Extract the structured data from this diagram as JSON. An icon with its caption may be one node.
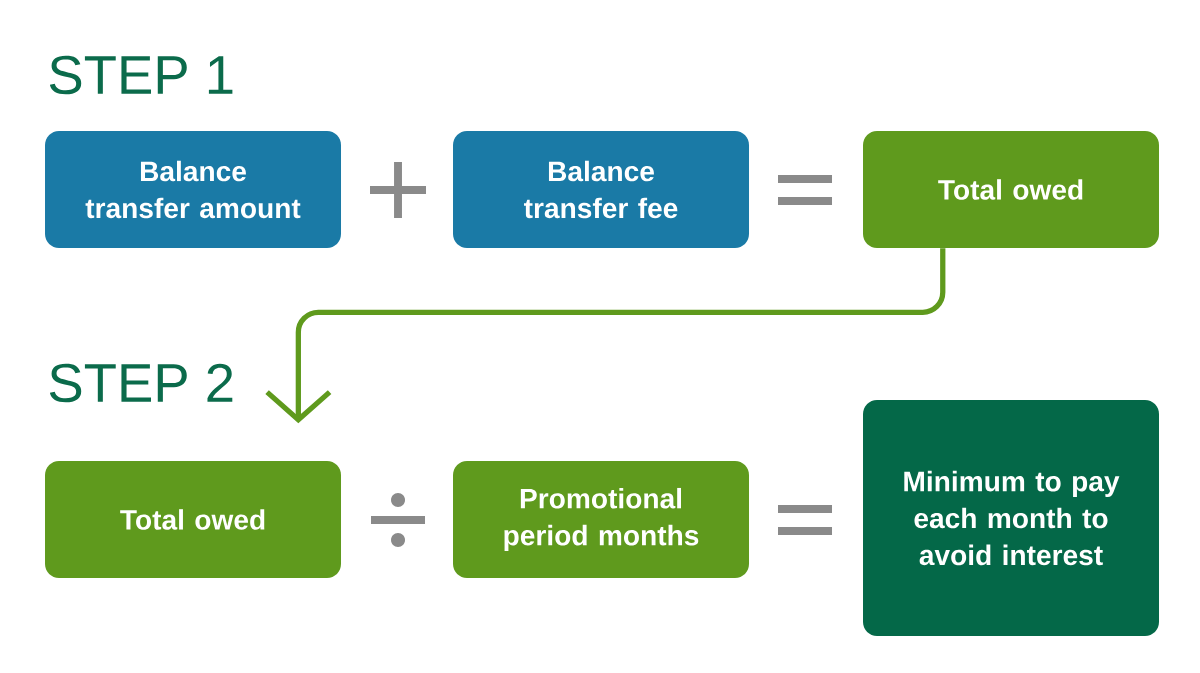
{
  "diagram": {
    "nodes": [
      {
        "text": [
          "Balance transfer amount"
        ]
      },
      {
        "text": [
          "Balance transfer fee"
        ]
      },
      {
        "text": [
          "Total owed"
        ]
      },
      {
        "text": [
          "Total owed"
        ]
      },
      {
        "text": [
          "Promotional period months"
        ]
      },
      {
        "text": [
          "Minimum to pay each month to avoid interest"
        ]
      }
    ],
    "edges": [
      {
        "from": 2,
        "to": 3,
        "arrow": "to",
        "color": "#5f9a1d"
      }
    ],
    "labels": [
      "STEP 1",
      "STEP 2"
    ]
  }
}
